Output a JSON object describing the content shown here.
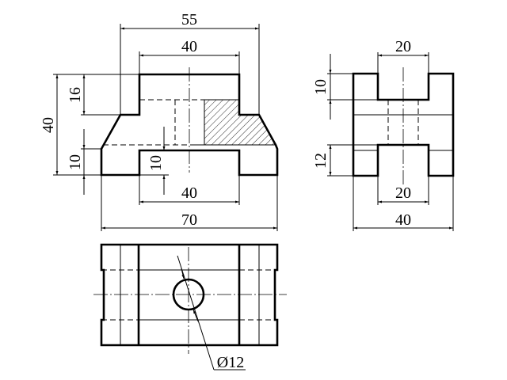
{
  "title": "Three-view engineering drawing of a bracket block",
  "front_view": {
    "dims": {
      "overall_top_width": "55",
      "boss_width": "40",
      "total_height": "40",
      "boss_height": "16",
      "base_height": "10",
      "slot_depth": "10",
      "slot_width": "40",
      "overall_width": "70"
    }
  },
  "side_view": {
    "dims": {
      "top_slot_width": "20",
      "top_slot_depth": "10",
      "bottom_slot_depth": "12",
      "bottom_slot_width": "20",
      "overall_depth": "40"
    }
  },
  "top_view": {
    "dims": {
      "hole_diameter": "Ø12"
    }
  }
}
